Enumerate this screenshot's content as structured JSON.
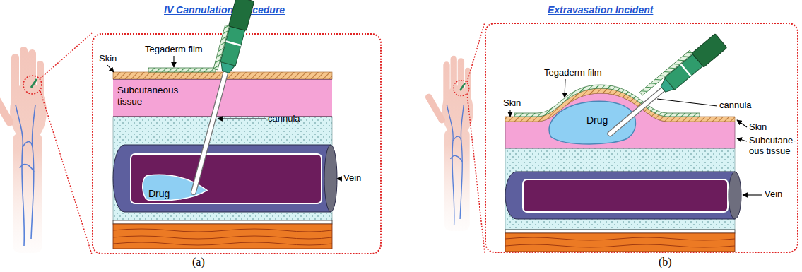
{
  "diagram": {
    "nodes": [
      {
        "text": [
          "IV Cannulation Procedure"
        ]
      },
      {
        "text": [
          "Subcutaneous tissue"
        ],
        "in": 0
      },
      {
        "text": [
          "Drug"
        ],
        "in": 0
      },
      {
        "text": [
          "Extravasation Incident"
        ]
      },
      {
        "text": [
          "Drug"
        ],
        "in": 3
      }
    ],
    "labels": [
      "Tegaderm film",
      "Skin",
      "cannula",
      "Vein",
      "(a)",
      "Tegaderm film",
      "Skin",
      "cannula",
      "Skin",
      "Subcutane- ous tissue",
      "Vein",
      "(b)"
    ]
  }
}
